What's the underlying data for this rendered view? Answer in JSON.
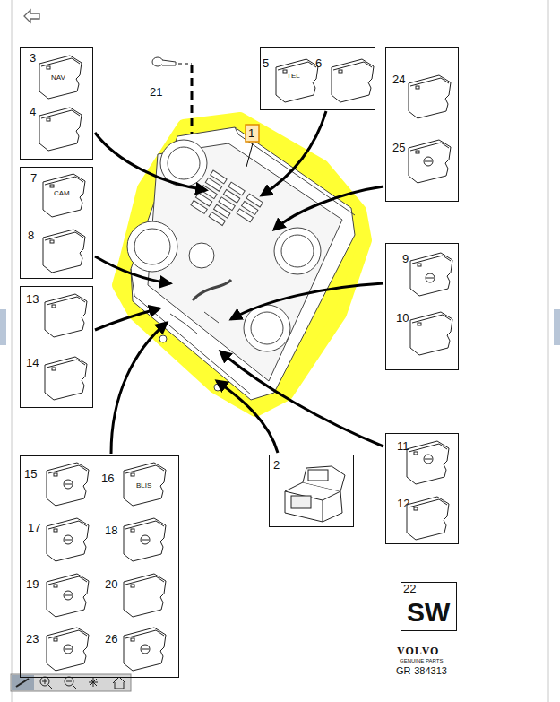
{
  "diagram": {
    "nodes": [
      {
        "text": [
          "3",
          "NAV",
          "4"
        ]
      },
      {
        "text": [
          "5",
          "TEL",
          "6"
        ]
      },
      {
        "text": [
          "24",
          "25"
        ]
      },
      {
        "text": [
          "7",
          "CAM",
          "8"
        ]
      },
      {
        "text": [
          "9",
          "10"
        ]
      },
      {
        "text": [
          "13",
          "14"
        ]
      },
      {
        "text": [
          "2"
        ]
      },
      {
        "text": [
          "11",
          "12"
        ]
      },
      {
        "text": [
          "15",
          "16",
          "BLIS",
          "17",
          "18",
          "19",
          "20",
          "23",
          "26"
        ]
      },
      {
        "text": [
          "22",
          "SW"
        ]
      }
    ],
    "labels": [
      "21",
      "1",
      "VOLVO",
      "GENUINE PARTS",
      "GR-384313"
    ]
  }
}
